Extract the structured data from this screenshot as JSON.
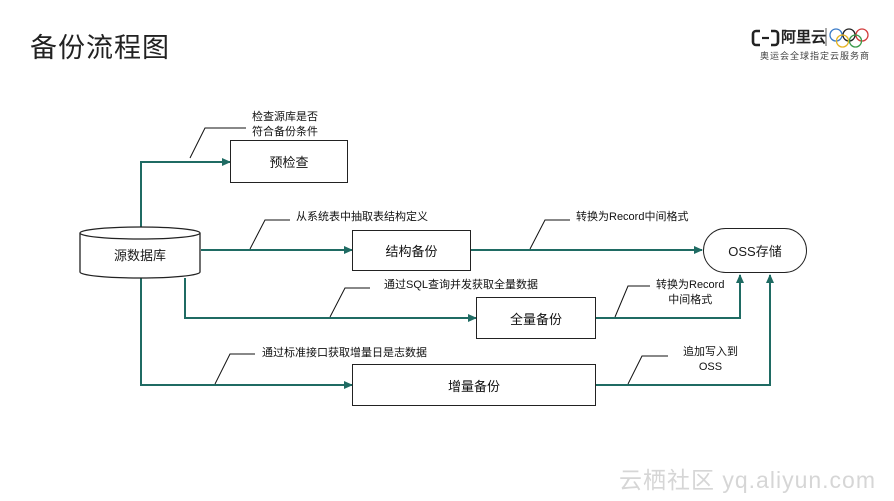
{
  "title": "备份流程图",
  "logo": {
    "brand": "阿里云",
    "tagline": "奥运会全球指定云服务商"
  },
  "nodes": {
    "source_db": "源数据库",
    "precheck": "预检查",
    "schema_backup": "结构备份",
    "full_backup": "全量备份",
    "incremental_backup": "增量备份",
    "oss_storage": "OSS存储"
  },
  "notes": {
    "precheck_line1": "检查源库是否",
    "precheck_line2": "符合备份条件",
    "schema": "从系统表中抽取表结构定义",
    "schema_to_oss": "转换为Record中间格式",
    "full": "通过SQL查询并发获取全量数据",
    "full_to_oss_line1": "转换为Record",
    "full_to_oss_line2": "中间格式",
    "incremental": "通过标准接口获取增量日是志数据",
    "incremental_to_oss_line1": "追加写入到",
    "incremental_to_oss_line2": "OSS"
  },
  "colors": {
    "arrow": "#1f6b63",
    "callout": "#111111"
  },
  "watermark": "云栖社区 yq.aliyun.com"
}
